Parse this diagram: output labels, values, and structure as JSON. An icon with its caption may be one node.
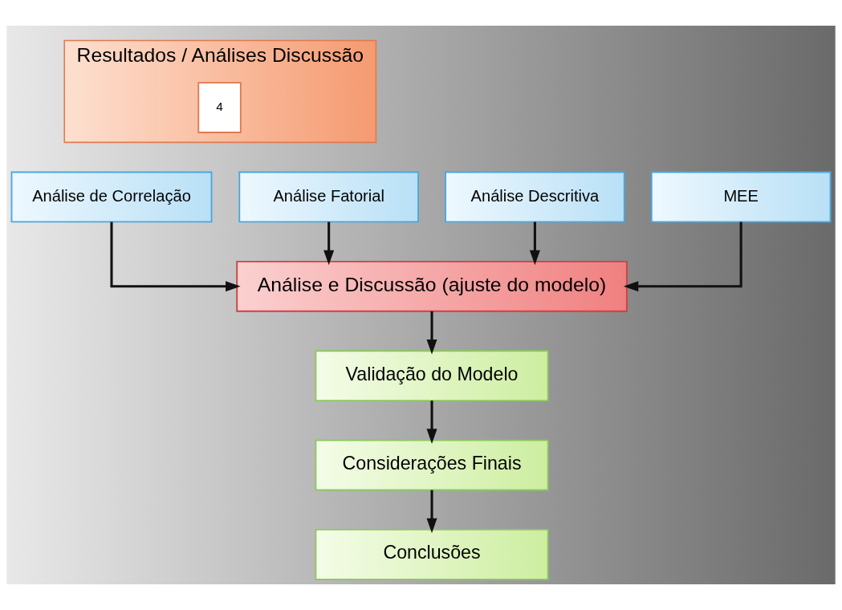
{
  "diagram": {
    "nodes": [
      {
        "text": [
          "Resultados / Análises Discussão"
        ]
      },
      {
        "text": [
          "4"
        ],
        "in": 0
      },
      {
        "text": [
          "Análise Descritiva"
        ]
      },
      {
        "text": [
          "Análise de Correlação"
        ]
      },
      {
        "text": [
          "Análise Fatorial"
        ]
      },
      {
        "text": [
          "MEE"
        ]
      },
      {
        "text": [
          "Análise e Discussão (ajuste do modelo)"
        ]
      },
      {
        "text": [
          "Validação do Modelo"
        ]
      },
      {
        "text": [
          "Considerações Finais"
        ]
      },
      {
        "text": [
          "Conclusões"
        ]
      }
    ],
    "edges": [
      {
        "from": 2,
        "to": 6,
        "arrow": "to"
      },
      {
        "from": 3,
        "to": 6,
        "arrow": "to"
      },
      {
        "from": 4,
        "to": 6,
        "arrow": "to"
      },
      {
        "from": 5,
        "to": 6,
        "arrow": "to"
      },
      {
        "from": 6,
        "to": 7,
        "arrow": "to"
      },
      {
        "from": 7,
        "to": 8,
        "arrow": "to"
      },
      {
        "from": 8,
        "to": 9,
        "arrow": "to"
      }
    ]
  }
}
